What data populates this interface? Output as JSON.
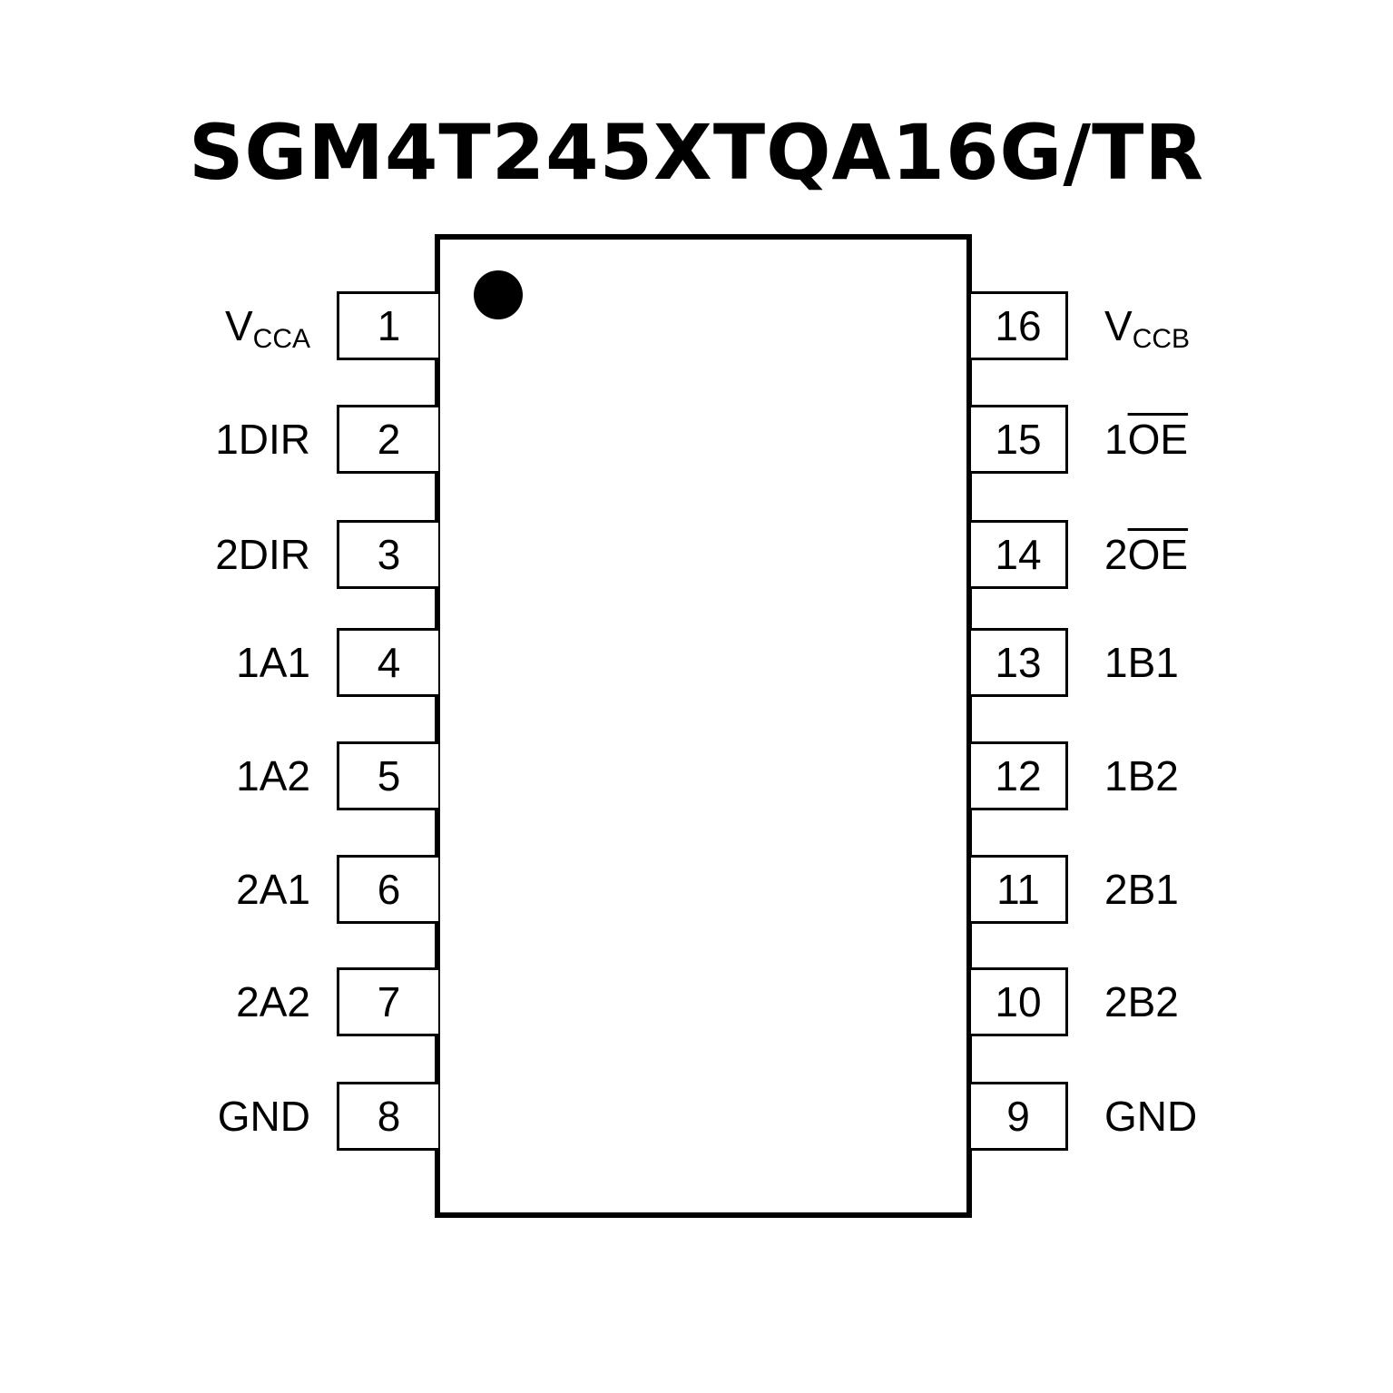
{
  "title": "SGM4T245XTQA16G/TR",
  "left_pins": [
    {
      "num": "1",
      "name": "V",
      "sub": "CCA",
      "over": ""
    },
    {
      "num": "2",
      "name": "1DIR",
      "sub": "",
      "over": ""
    },
    {
      "num": "3",
      "name": "2DIR",
      "sub": "",
      "over": ""
    },
    {
      "num": "4",
      "name": "1A1",
      "sub": "",
      "over": ""
    },
    {
      "num": "5",
      "name": "1A2",
      "sub": "",
      "over": ""
    },
    {
      "num": "6",
      "name": "2A1",
      "sub": "",
      "over": ""
    },
    {
      "num": "7",
      "name": "2A2",
      "sub": "",
      "over": ""
    },
    {
      "num": "8",
      "name": "GND",
      "sub": "",
      "over": ""
    }
  ],
  "right_pins": [
    {
      "num": "16",
      "name": "V",
      "sub": "CCB",
      "over": ""
    },
    {
      "num": "15",
      "name": "1",
      "sub": "",
      "over": "OE"
    },
    {
      "num": "14",
      "name": "2",
      "sub": "",
      "over": "OE"
    },
    {
      "num": "13",
      "name": "1B1",
      "sub": "",
      "over": ""
    },
    {
      "num": "12",
      "name": "1B2",
      "sub": "",
      "over": ""
    },
    {
      "num": "11",
      "name": "2B1",
      "sub": "",
      "over": ""
    },
    {
      "num": "10",
      "name": "2B2",
      "sub": "",
      "over": ""
    },
    {
      "num": "9",
      "name": "GND",
      "sub": "",
      "over": ""
    }
  ]
}
